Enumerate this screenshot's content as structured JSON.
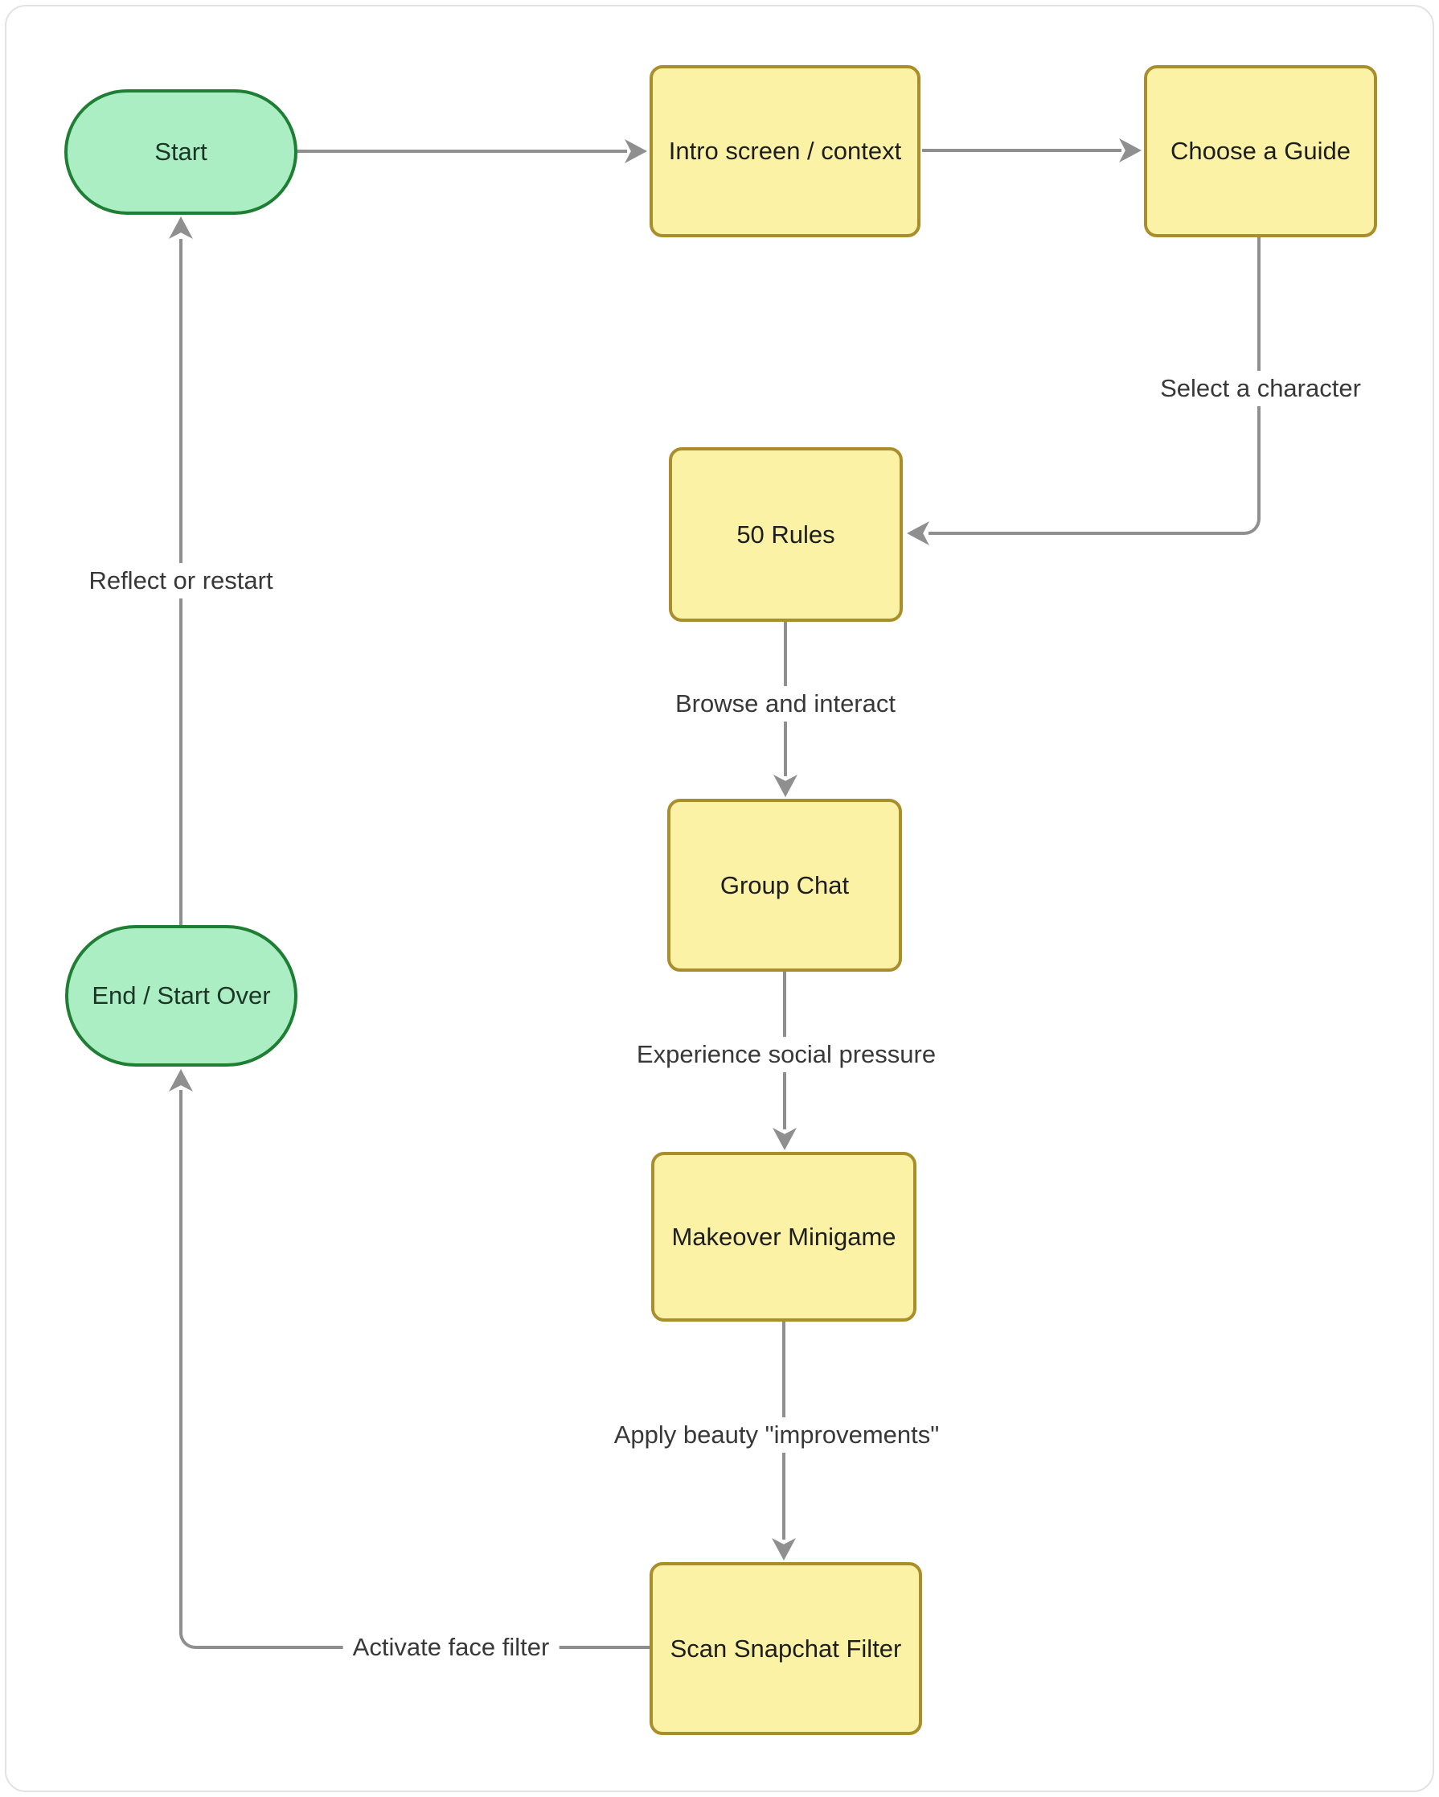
{
  "diagram": {
    "title": "",
    "nodes": {
      "start": {
        "label": "Start",
        "type": "terminator"
      },
      "intro": {
        "label": "Intro screen / context",
        "type": "process"
      },
      "choose": {
        "label": "Choose a Guide",
        "type": "process"
      },
      "rules": {
        "label": "50 Rules",
        "type": "process"
      },
      "group": {
        "label": "Group Chat",
        "type": "process"
      },
      "makeover": {
        "label": "Makeover Minigame",
        "type": "process"
      },
      "scan": {
        "label": "Scan Snapchat Filter",
        "type": "process"
      },
      "end": {
        "label": "End / Start Over",
        "type": "terminator"
      }
    },
    "edges": {
      "start_intro": {
        "from": "Start",
        "to": "Intro screen / context",
        "label": ""
      },
      "intro_choose": {
        "from": "Intro screen / context",
        "to": "Choose a Guide",
        "label": ""
      },
      "choose_rules": {
        "from": "Choose a Guide",
        "to": "50 Rules",
        "label": "Select a character"
      },
      "rules_group": {
        "from": "50 Rules",
        "to": "Group Chat",
        "label": "Browse and interact"
      },
      "group_makeover": {
        "from": "Group Chat",
        "to": "Makeover Minigame",
        "label": "Experience social pressure"
      },
      "makeover_scan": {
        "from": "Makeover Minigame",
        "to": "Scan Snapchat Filter",
        "label": "Apply beauty \"improvements\""
      },
      "scan_end": {
        "from": "Scan Snapchat Filter",
        "to": "End / Start Over",
        "label": "Activate face filter"
      },
      "end_start": {
        "from": "End / Start Over",
        "to": "Start",
        "label": "Reflect or restart"
      }
    },
    "colors": {
      "node_green_fill": "#abeec4",
      "node_green_stroke": "#1e7e34",
      "node_yellow_fill": "#fbf2a6",
      "node_yellow_stroke": "#aa8e2c",
      "edge_color": "#8f8f8f",
      "edge_label_color": "#383838",
      "node_text_color": "#1e1e1e",
      "frame_border": "#e2e2e2"
    }
  }
}
